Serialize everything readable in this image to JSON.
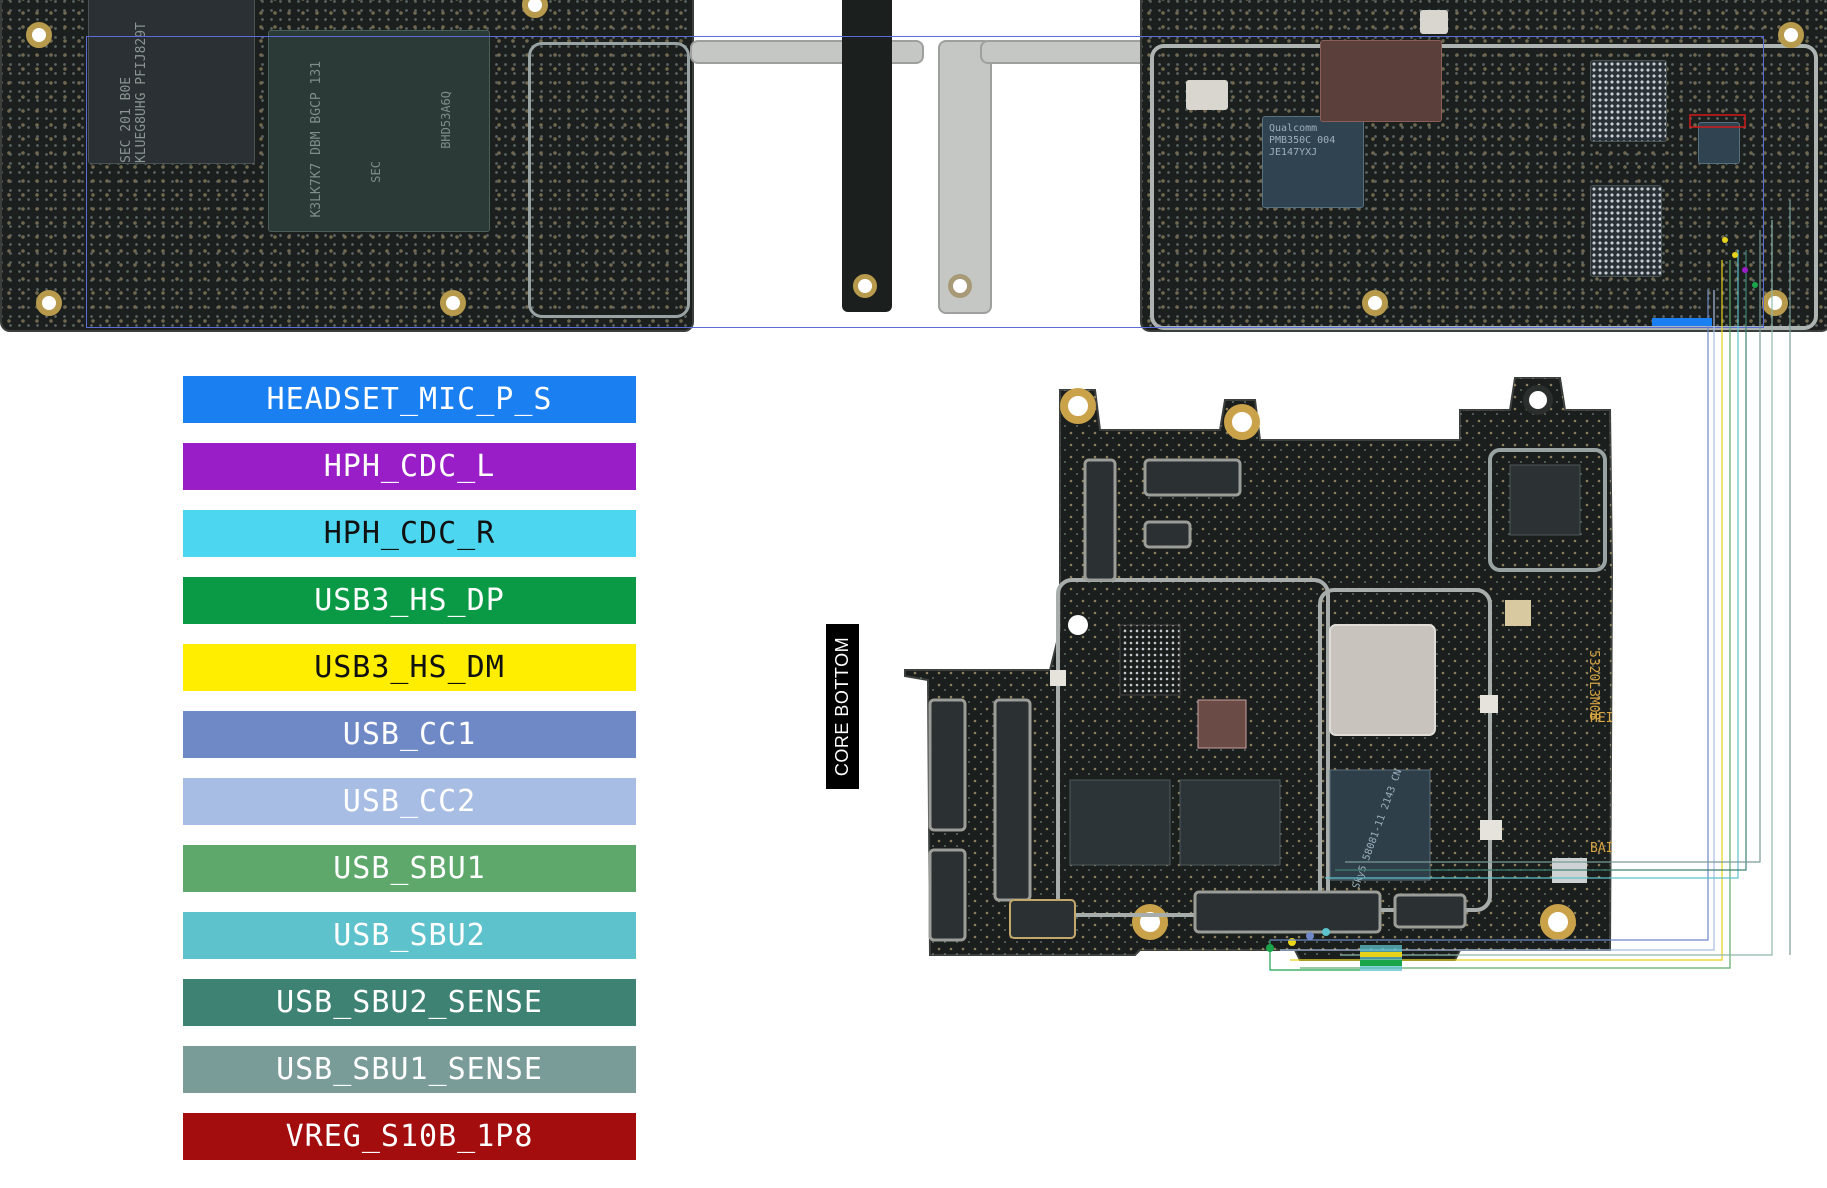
{
  "legend": {
    "items": [
      {
        "label": "HEADSET_MIC_P_S",
        "bg": "#1a7ff0",
        "fg": "#ffffff"
      },
      {
        "label": "HPH_CDC_L",
        "bg": "#9a1ec7",
        "fg": "#ffffff"
      },
      {
        "label": "HPH_CDC_R",
        "bg": "#4dd6f0",
        "fg": "#111111"
      },
      {
        "label": "USB3_HS_DP",
        "bg": "#0a9944",
        "fg": "#ffffff"
      },
      {
        "label": "USB3_HS_DM",
        "bg": "#ffee00",
        "fg": "#111111"
      },
      {
        "label": "USB_CC1",
        "bg": "#6f88c6",
        "fg": "#ffffff"
      },
      {
        "label": "USB_CC2",
        "bg": "#a8bde3",
        "fg": "#ffffff"
      },
      {
        "label": "USB_SBU1",
        "bg": "#5ea86c",
        "fg": "#ffffff"
      },
      {
        "label": "USB_SBU2",
        "bg": "#5ec2cc",
        "fg": "#ffffff"
      },
      {
        "label": "USB_SBU2_SENSE",
        "bg": "#3d8272",
        "fg": "#ffffff"
      },
      {
        "label": "USB_SBU1_SENSE",
        "bg": "#7a9c99",
        "fg": "#ffffff"
      },
      {
        "label": "VREG_S10B_1P8",
        "bg": "#a30d0d",
        "fg": "#ffffff"
      }
    ]
  },
  "view_label": "CORE BOTTOM",
  "chip_markings": {
    "memory": "SEC 201 B0E KLUEG8UHG PFIJ829T",
    "ram": "K3LK7K7 DBM BGCP 131",
    "sec": "SEC",
    "ram2": "BHD53A6Q",
    "pmic": "Qualcomm PMB350C 004 JE147YXJ",
    "sky": "Sky5 58081-11 2143 CN",
    "board_code": "5320L3M0B",
    "hei": "HEI",
    "bai": "BAI"
  }
}
